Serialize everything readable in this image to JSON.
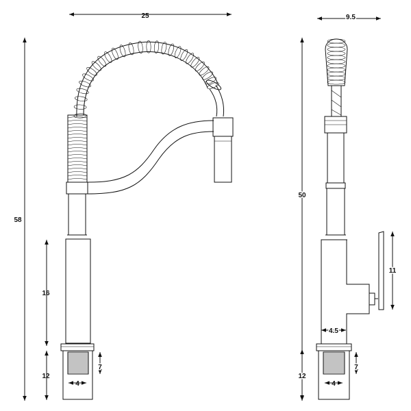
{
  "front_view": {
    "width_label": "25",
    "total_height_label": "58",
    "body_height_label": "16",
    "base_height_label": "12",
    "base_width_label": "4",
    "thread_height_label": "7"
  },
  "side_view": {
    "width_label": "9.5",
    "total_height_label": "50",
    "lever_height_label": "11",
    "body_width_label": "4.5",
    "base_height_label": "12",
    "base_width_label": "4",
    "thread_height_label": "7"
  },
  "colors": {
    "line": "#111111",
    "background": "#ffffff"
  }
}
